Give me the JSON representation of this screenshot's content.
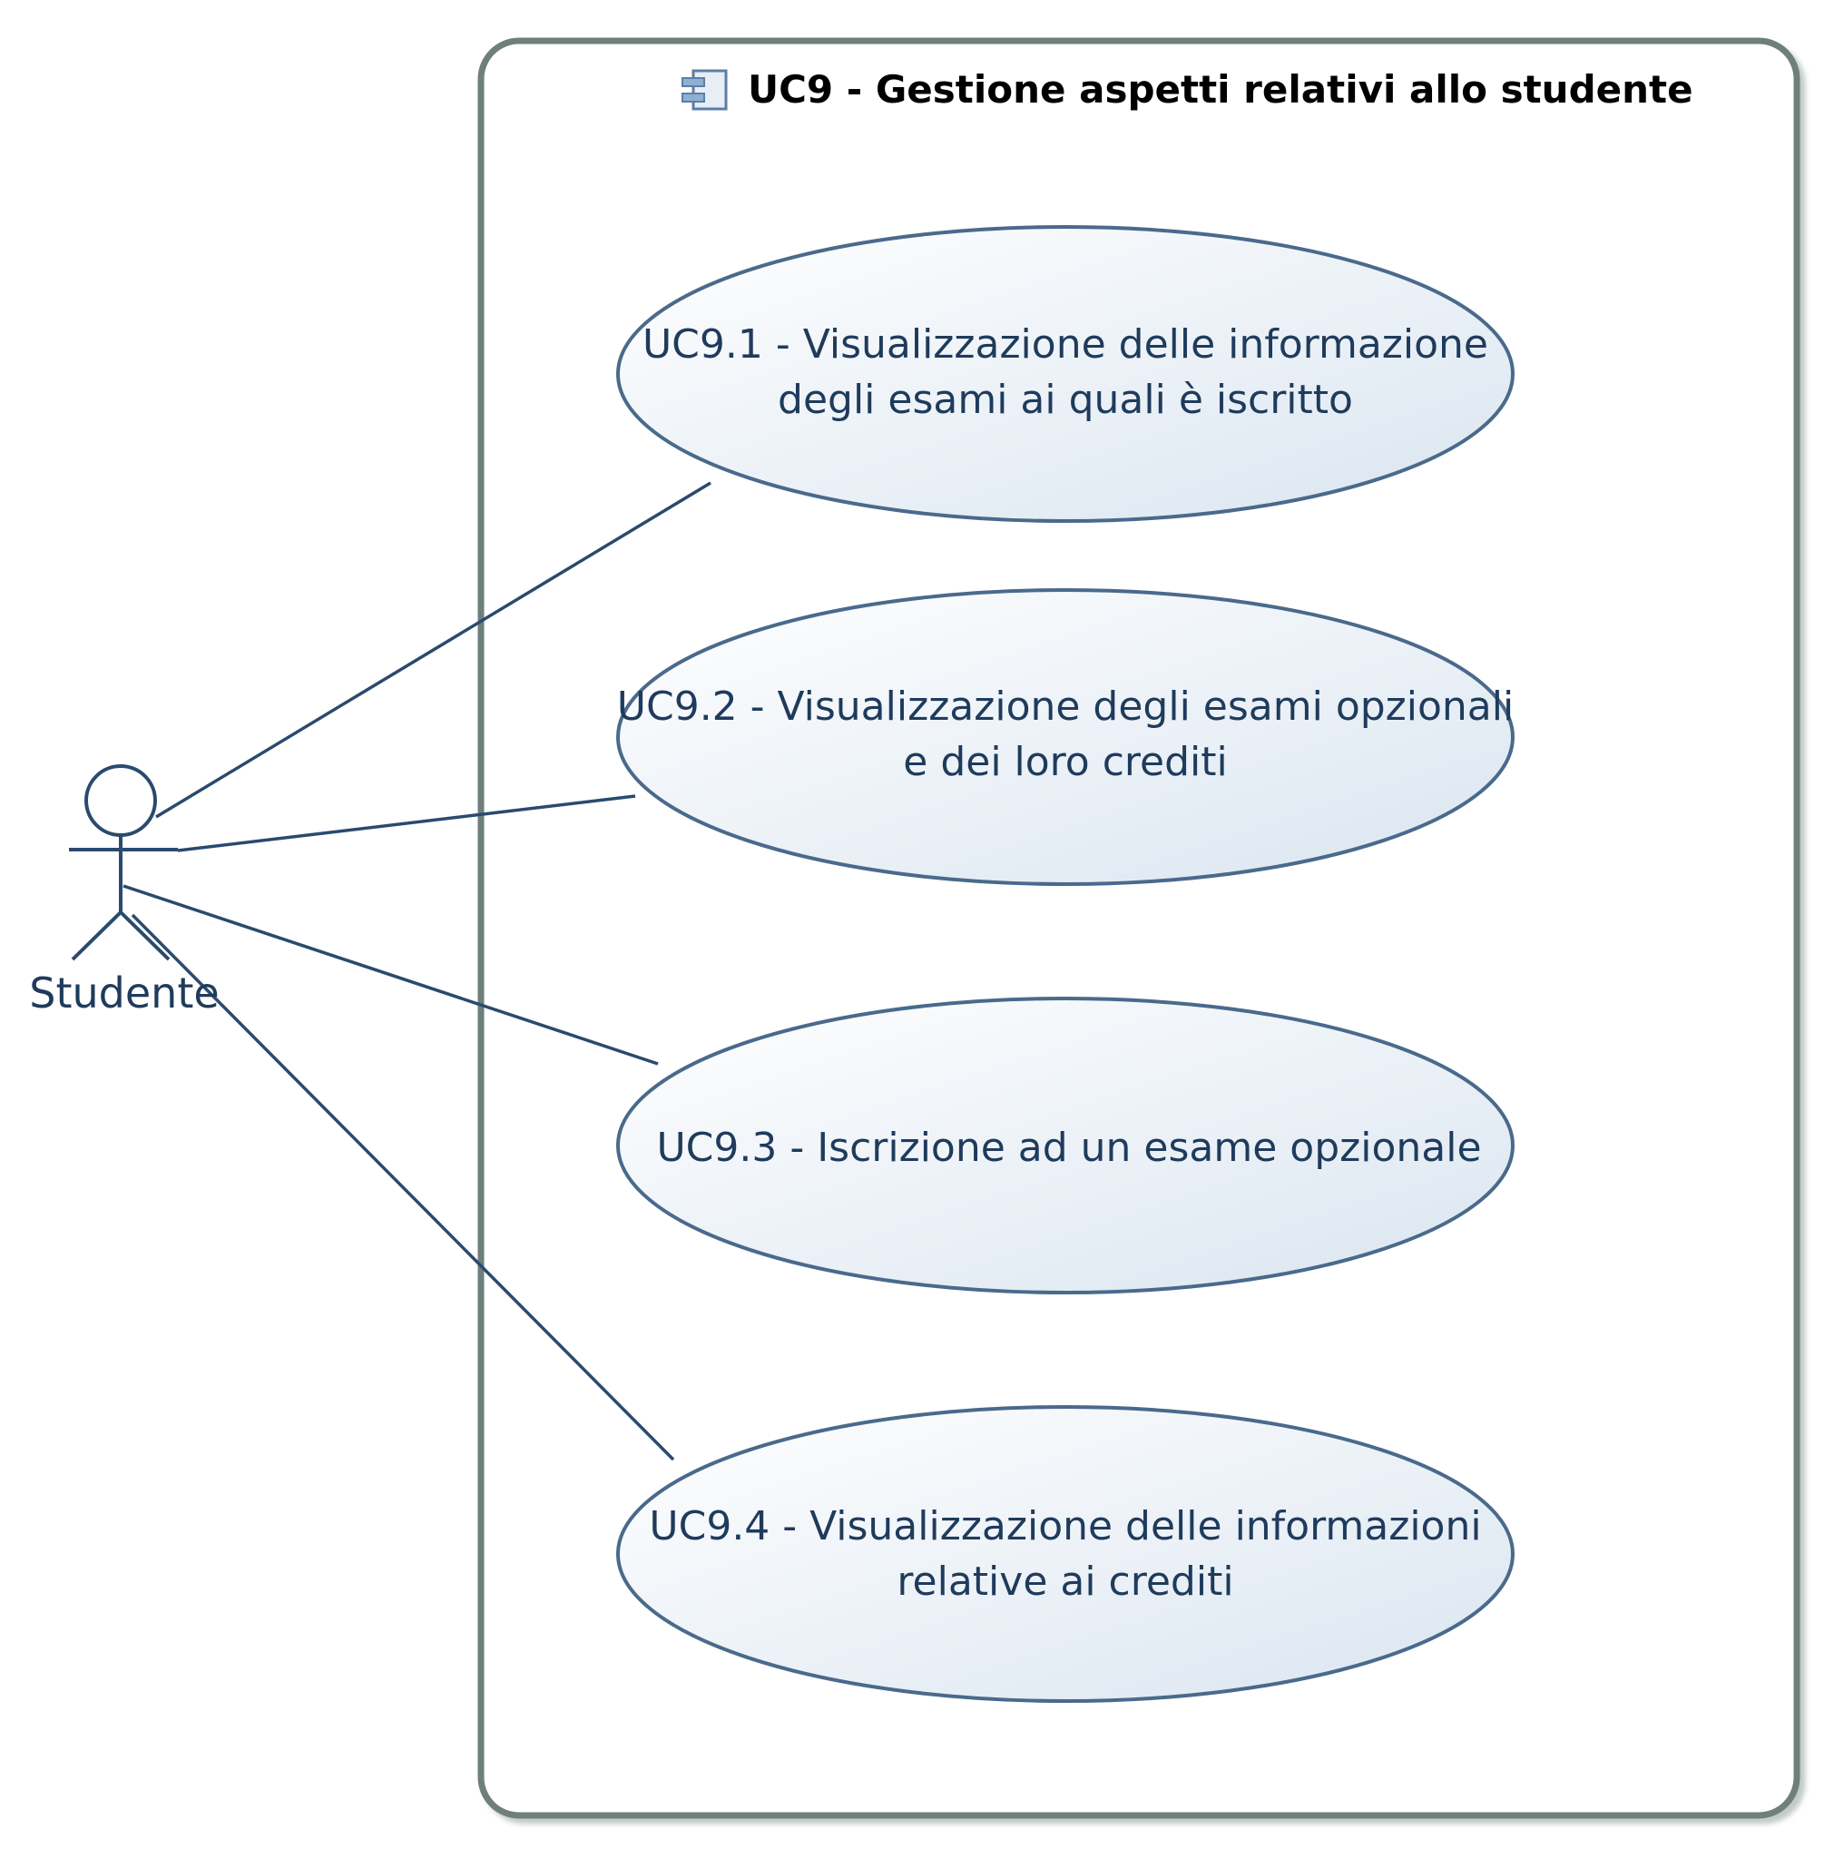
{
  "diagram": {
    "type": "use-case",
    "system": {
      "title": "UC9 - Gestione aspetti relativi allo studente",
      "icon": "component-icon"
    },
    "actor": {
      "name": "Studente",
      "icon": "stick-figure-icon"
    },
    "use_cases": [
      {
        "id": "uc9-1",
        "lines": [
          "UC9.1 - Visualizzazione delle informazione",
          "degli esami ai quali è iscritto"
        ]
      },
      {
        "id": "uc9-2",
        "lines": [
          "UC9.2 - Visualizzazione degli esami opzionali",
          "e dei loro crediti"
        ]
      },
      {
        "id": "uc9-3",
        "lines": [
          "UC9.3 - Iscrizione ad un esame opzionale"
        ]
      },
      {
        "id": "uc9-4",
        "lines": [
          "UC9.4 - Visualizzazione delle informazioni",
          "relative ai crediti"
        ]
      }
    ],
    "associations": [
      {
        "from": "actor",
        "to": "uc9-1"
      },
      {
        "from": "actor",
        "to": "uc9-2"
      },
      {
        "from": "actor",
        "to": "uc9-3"
      },
      {
        "from": "actor",
        "to": "uc9-4"
      }
    ],
    "colors": {
      "boundary_stroke": "#6e7f7c",
      "line_stroke": "#2a4a6e",
      "ellipse_fill_start": "#ffffff",
      "ellipse_fill_end": "#dde7f1",
      "ellipse_stroke": "#4a6a8c",
      "text": "#1f3b5c"
    }
  }
}
